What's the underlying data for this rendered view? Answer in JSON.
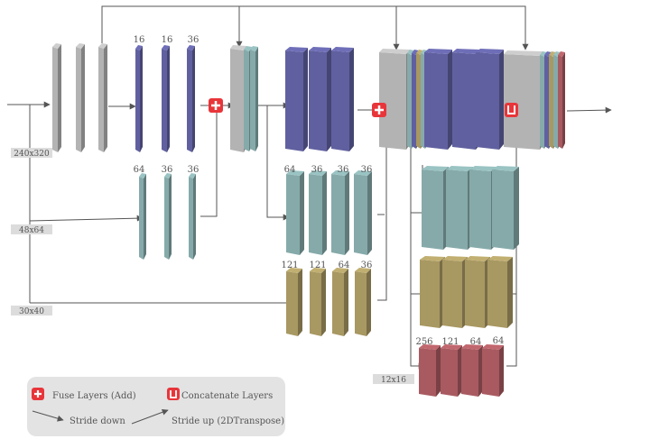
{
  "colors": {
    "gray": "#b3b3b3",
    "blue": "#6060a0",
    "teal": "#86aaaa",
    "olive": "#a89862",
    "red": "#a85a60",
    "op": "#e8353a",
    "line": "#555555",
    "tag": "#dcdcdc",
    "legend_bg": "#e3e3e3"
  },
  "resolutions": {
    "r240": "240x320",
    "r48": "48x64",
    "r30": "30x40",
    "r12": "12x16"
  },
  "labels": {
    "a16": "16",
    "a16b": "16",
    "a36": "36",
    "b64": "64",
    "b36": "36",
    "b36b": "36",
    "c64": "64",
    "c36": "36",
    "c36b": "36",
    "c36c": "36",
    "d121": "121",
    "d121b": "121",
    "d64": "64",
    "d36": "36",
    "e256": "256",
    "e121": "121",
    "e64": "64",
    "e64b": "64"
  },
  "legend": {
    "fuse": "Fuse Layers (Add)",
    "concat": "Concatenate Layers",
    "down": "Stride down",
    "up": "Stride up (2DTranspose)"
  },
  "icons": {
    "add": "add-icon",
    "concat": "concat-icon"
  }
}
